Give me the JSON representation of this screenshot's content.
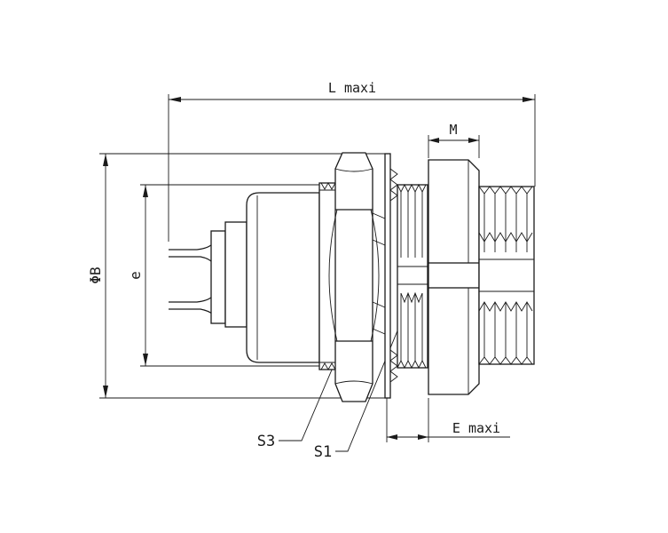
{
  "labels": {
    "length": "L maxi",
    "m": "M",
    "diameter": "ΦB",
    "e": "e",
    "e_maxi": "E maxi",
    "s3": "S3",
    "s1": "S1"
  },
  "colors": {
    "line": "#1a1a1a",
    "background": "#ffffff"
  }
}
